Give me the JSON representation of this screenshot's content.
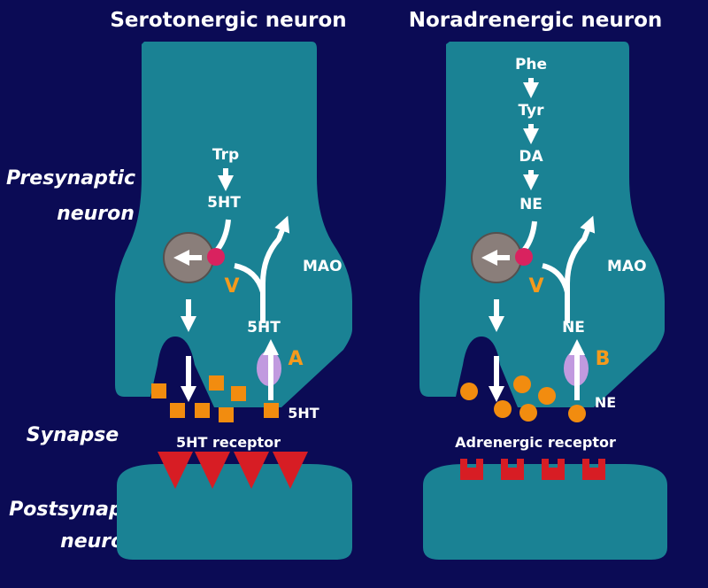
{
  "colors": {
    "background": "#0b0b55",
    "neuron": "#1a8294",
    "serotonin": "#f28c0f",
    "receptor": "#d71d24",
    "vesicle": "#8a7e7a",
    "transporter": "#c19adf",
    "vmat": "#d9225f",
    "label_accent": "#f59a1c"
  },
  "titles": {
    "left": "Serotonergic neuron",
    "right": "Noradrenergic neuron"
  },
  "side_labels": {
    "presynaptic_line1": "Presynaptic",
    "presynaptic_line2": "neuron",
    "synapse": "Synapse",
    "postsynaptic_line1": "Postsynaptic",
    "postsynaptic_line2": "neuron"
  },
  "serotonergic": {
    "precursor": "Trp",
    "product": "5HT",
    "vmat": "V",
    "enzyme": "MAO",
    "reuptake_label": "5HT",
    "transporter": "A",
    "released": "5HT",
    "receptor": "5HT receptor"
  },
  "noradrenergic": {
    "pathway": [
      "Phe",
      "Tyr",
      "DA",
      "NE"
    ],
    "vmat": "V",
    "enzyme": "MAO",
    "reuptake_label": "NE",
    "transporter": "B",
    "released": "NE",
    "receptor": "Adrenergic receptor"
  }
}
